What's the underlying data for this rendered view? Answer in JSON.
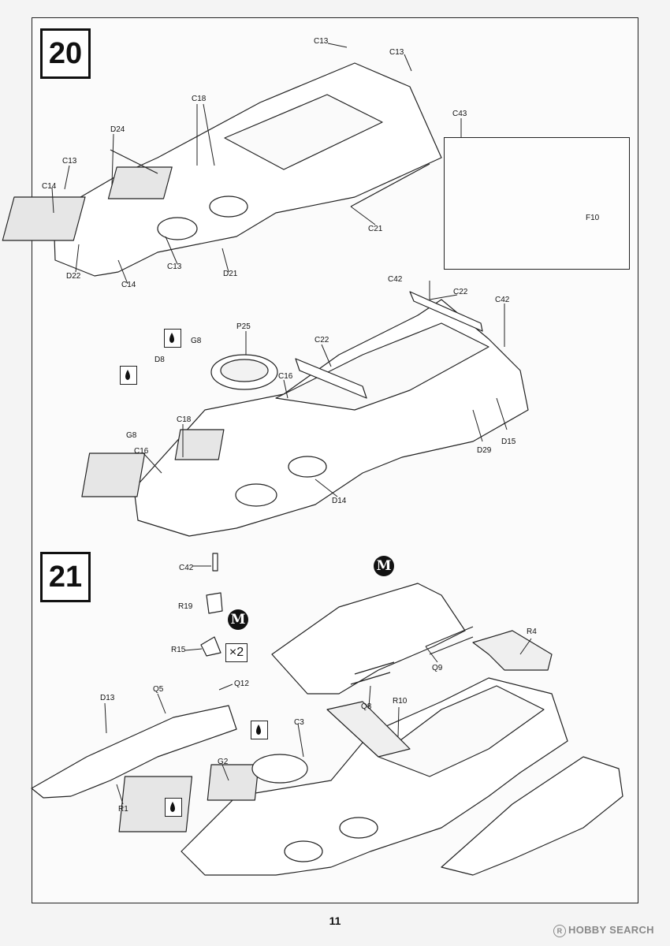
{
  "page_number": "11",
  "watermark": "HOBBY SEARCH",
  "steps": [
    {
      "number": "20"
    },
    {
      "number": "21"
    }
  ],
  "step20": {
    "labels": {
      "c13a": "C13",
      "c13b": "C13",
      "c43": "C43",
      "c18": "C18",
      "d24": "D24",
      "c13c": "C13",
      "c14a": "C14",
      "c13d": "C13",
      "d22": "D22",
      "c14b": "C14",
      "d21": "D21",
      "c21": "C21",
      "f10": "F10",
      "c42a": "C42",
      "c22a": "C22",
      "c42b": "C42",
      "g8a": "G8",
      "p25": "P25",
      "d8": "D8",
      "c22b": "C22",
      "c16a": "C16",
      "g8b": "G8",
      "c18b": "C18",
      "c16b": "C16",
      "d14": "D14",
      "d29": "D29",
      "d15": "D15"
    }
  },
  "step21": {
    "multiplier": "×2",
    "m_mark": "M",
    "labels": {
      "c42": "C42",
      "r19": "R19",
      "r15": "R15",
      "d13": "D13",
      "q5": "Q5",
      "q12": "Q12",
      "r1": "R1",
      "q9": "Q9",
      "r4": "R4",
      "q8": "Q8",
      "r10": "R10",
      "c3": "C3",
      "g2": "G2"
    }
  }
}
